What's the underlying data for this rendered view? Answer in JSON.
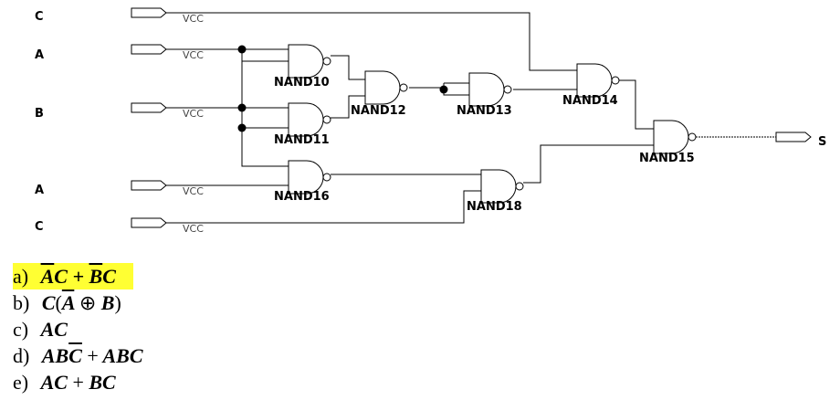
{
  "inputs": [
    {
      "name": "C",
      "source": "VCC"
    },
    {
      "name": "A",
      "source": "VCC"
    },
    {
      "name": "B",
      "source": "VCC"
    },
    {
      "name": "A",
      "source": "VCC"
    },
    {
      "name": "C",
      "source": "VCC"
    }
  ],
  "output": {
    "name": "S"
  },
  "gates": [
    "NAND10",
    "NAND12",
    "NAND13",
    "NAND11",
    "NAND14",
    "NAND15",
    "NAND16",
    "NAND18"
  ],
  "options": [
    {
      "letter": "a)",
      "expression": "A̅C + B̅C",
      "highlighted": true
    },
    {
      "letter": "b)",
      "expression": "C(A̅ ⊕ B)",
      "highlighted": false
    },
    {
      "letter": "c)",
      "expression": "AC",
      "highlighted": false
    },
    {
      "letter": "d)",
      "expression": "ABC̅ + ABC",
      "highlighted": false
    },
    {
      "letter": "e)",
      "expression": "AC + BC",
      "highlighted": false
    }
  ],
  "colors": {
    "highlight": "#ffff33",
    "line": "#000000"
  }
}
